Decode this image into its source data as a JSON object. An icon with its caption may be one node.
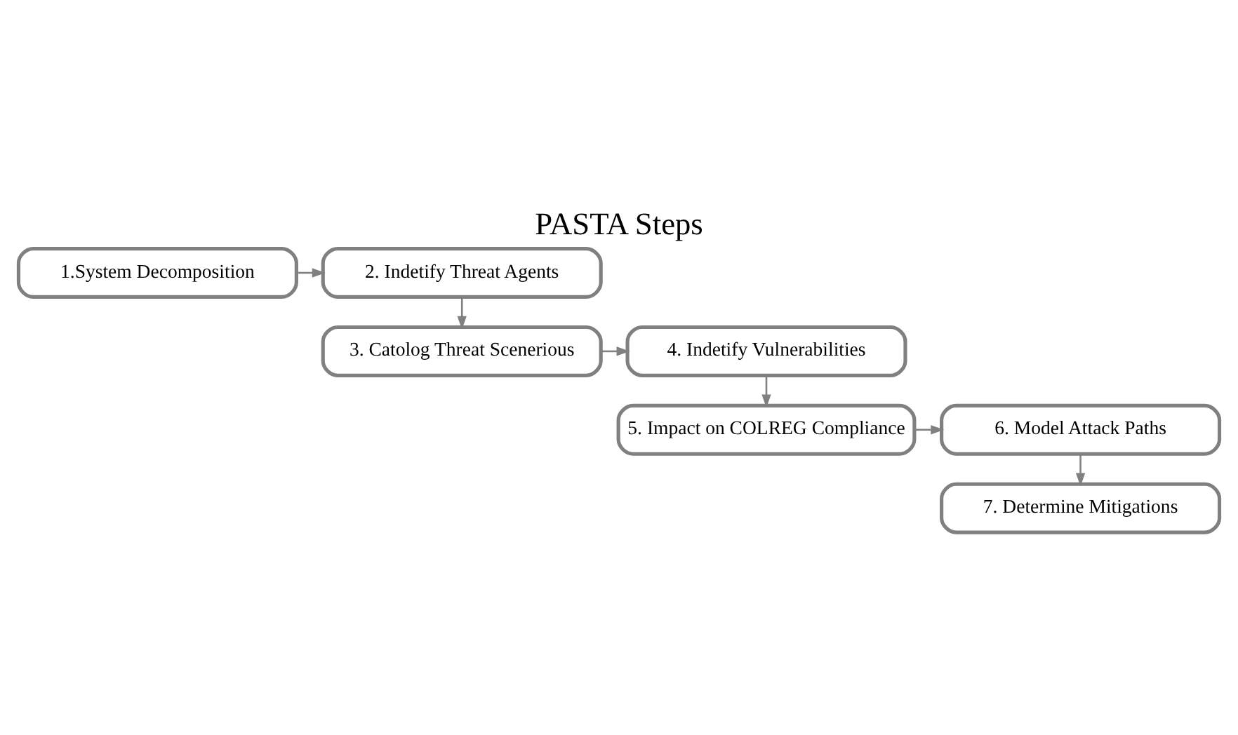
{
  "diagram": {
    "title": "PASTA Steps",
    "nodes": [
      {
        "text": [
          "1.System Decomposition"
        ]
      },
      {
        "text": [
          "2. Indetify Threat Agents"
        ]
      },
      {
        "text": [
          "3. Catolog Threat Scenerious"
        ]
      },
      {
        "text": [
          "4. Indetify Vulnerabilities"
        ]
      },
      {
        "text": [
          "5. Impact on COLREG Compliance"
        ]
      },
      {
        "text": [
          "6. Model Attack Paths"
        ]
      },
      {
        "text": [
          "7. Determine Mitigations"
        ]
      }
    ],
    "edges": [
      {
        "from": 0,
        "to": 1,
        "arrow": "to"
      },
      {
        "from": 1,
        "to": 2,
        "arrow": "to"
      },
      {
        "from": 2,
        "to": 3,
        "arrow": "to"
      },
      {
        "from": 3,
        "to": 4,
        "arrow": "to"
      },
      {
        "from": 4,
        "to": 5,
        "arrow": "to"
      },
      {
        "from": 5,
        "to": 6,
        "arrow": "to"
      }
    ]
  }
}
